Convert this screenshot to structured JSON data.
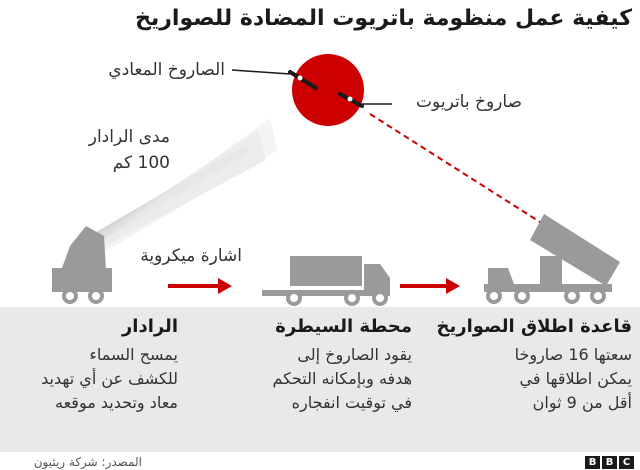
{
  "title": "كيفية عمل منظومة باتريوت المضادة للصواريخ",
  "labels": {
    "enemy_missile": "الصاروخ المعادي",
    "patriot_missile": "صاروخ باتريوت",
    "radar_range_line1": "مدى الرادار",
    "radar_range_line2": "100 كم",
    "microwave_signal": "اشارة ميكروية"
  },
  "stations": [
    {
      "title": "قاعدة اطلاق الصواريخ",
      "lines": [
        "سعتها 16 صاروخا",
        "يمكن اطلاقها في",
        "أقل من 9 ثوان"
      ]
    },
    {
      "title": "محطة السيطرة",
      "lines": [
        "يقود الصاروخ إلى",
        "هدفه وبإمكانه التحكم",
        "في توقيت انفجاره"
      ]
    },
    {
      "title": "الرادار",
      "lines": [
        "يمسح السماء",
        "للكشف عن أي تهديد",
        "معاد وتحديد موقعه"
      ]
    }
  ],
  "source": "المصدر: شركة ريثيون",
  "logo": [
    "B",
    "B",
    "C"
  ],
  "colors": {
    "impact_red": "#cc0000",
    "arrow_red": "#cc0000",
    "vehicle_grey": "#999999",
    "panel_grey": "#e9e9e9"
  }
}
